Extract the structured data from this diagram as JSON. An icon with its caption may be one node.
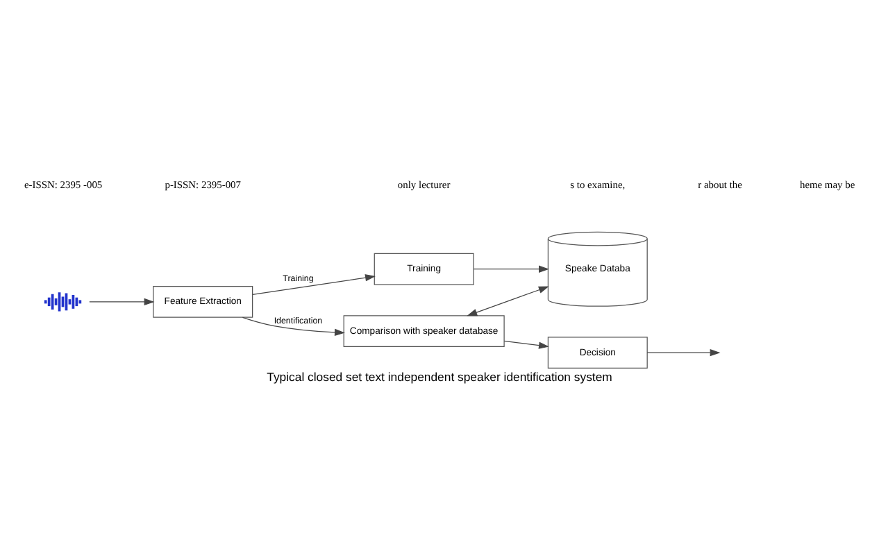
{
  "diagram": {
    "caption": "Typical closed set text independent speaker identification system",
    "nodes": [
      {
        "text": [],
        "shape": "picture"
      },
      {
        "text": [
          "Feature Extraction"
        ]
      },
      {
        "text": [
          "Training"
        ]
      },
      {
        "text": [
          "Speake Databa"
        ]
      },
      {
        "text": [
          "Comparison with speaker database"
        ]
      },
      {
        "text": [
          "Decision"
        ]
      }
    ],
    "edges": [
      {
        "from": 0,
        "to": 1,
        "arrow": "to"
      },
      {
        "from": 1,
        "to": 2,
        "arrow": "to",
        "label": "Training"
      },
      {
        "from": 1,
        "to": 4,
        "arrow": "to",
        "label": "Identification"
      },
      {
        "from": 2,
        "to": 3,
        "arrow": "to"
      },
      {
        "from": 4,
        "to": 3,
        "arrow": "both"
      },
      {
        "from": 4,
        "to": 5,
        "arrow": "to"
      },
      {
        "from": 5,
        "to": null,
        "arrow": "to"
      }
    ],
    "labels": [
      "e-ISSN: 2395 -005",
      "p-ISSN: 2395-007",
      "only lecturer",
      "s to examine,",
      "r about the",
      "heme may be"
    ]
  }
}
